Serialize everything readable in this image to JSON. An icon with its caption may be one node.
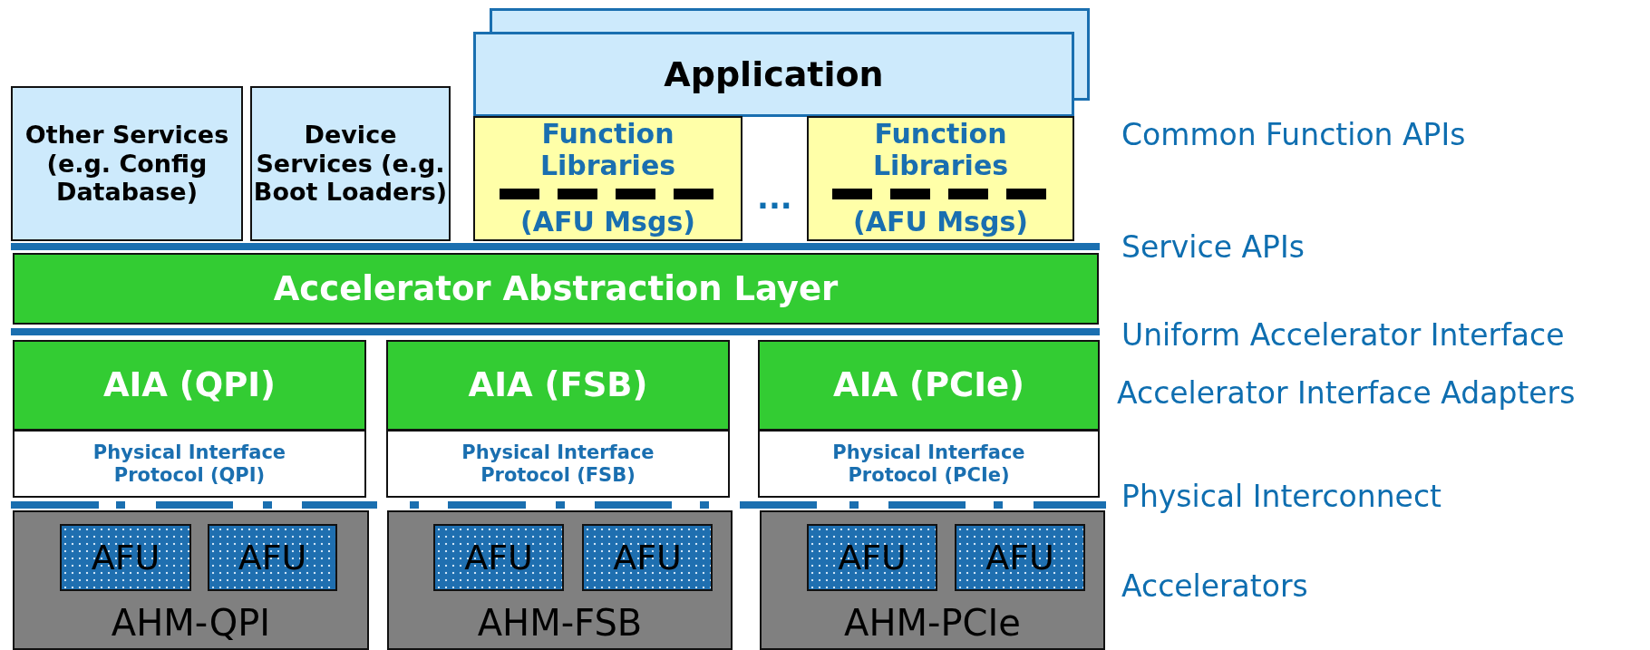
{
  "diagram": {
    "nodes": [
      {
        "text": [
          "Other Services (e.g. Config Database)"
        ]
      },
      {
        "text": [
          "Device Services (e.g. Boot Loaders)"
        ]
      },
      {
        "text": [],
        "shape": "box"
      },
      {
        "text": [
          "Application"
        ]
      },
      {
        "text": [
          "Function Libraries",
          "(AFU Msgs)"
        ]
      },
      {
        "text": [
          "Function Libraries",
          "(AFU Msgs)"
        ]
      },
      {
        "text": [],
        "shape": "bar"
      },
      {
        "text": [
          "Accelerator Abstraction Layer"
        ]
      },
      {
        "text": [],
        "shape": "bar"
      },
      {
        "text": [
          "AIA (QPI)"
        ]
      },
      {
        "text": [
          "Physical Interface Protocol (QPI)"
        ]
      },
      {
        "text": [
          "AIA (FSB)"
        ]
      },
      {
        "text": [
          "Physical Interface Protocol (FSB)"
        ]
      },
      {
        "text": [
          "AIA (PCIe)"
        ]
      },
      {
        "text": [
          "Physical Interface Protocol (PCIe)"
        ]
      },
      {
        "text": [],
        "shape": "bar"
      },
      {
        "text": [
          "AHM-QPI"
        ]
      },
      {
        "text": [
          "AFU"
        ],
        "in": 16
      },
      {
        "text": [
          "AFU"
        ],
        "in": 16
      },
      {
        "text": [
          "AHM-FSB"
        ]
      },
      {
        "text": [
          "AFU"
        ],
        "in": 19
      },
      {
        "text": [
          "AFU"
        ],
        "in": 19
      },
      {
        "text": [
          "AHM-PCIe"
        ]
      },
      {
        "text": [
          "AFU"
        ],
        "in": 22
      },
      {
        "text": [
          "AFU"
        ],
        "in": 22
      }
    ],
    "edges": [],
    "labels": [
      "...",
      "Common Function APIs",
      "Service APIs",
      "Uniform Accelerator Interface",
      "Accelerator Interface Adapters",
      "Physical Interconnect",
      "Accelerators"
    ]
  }
}
